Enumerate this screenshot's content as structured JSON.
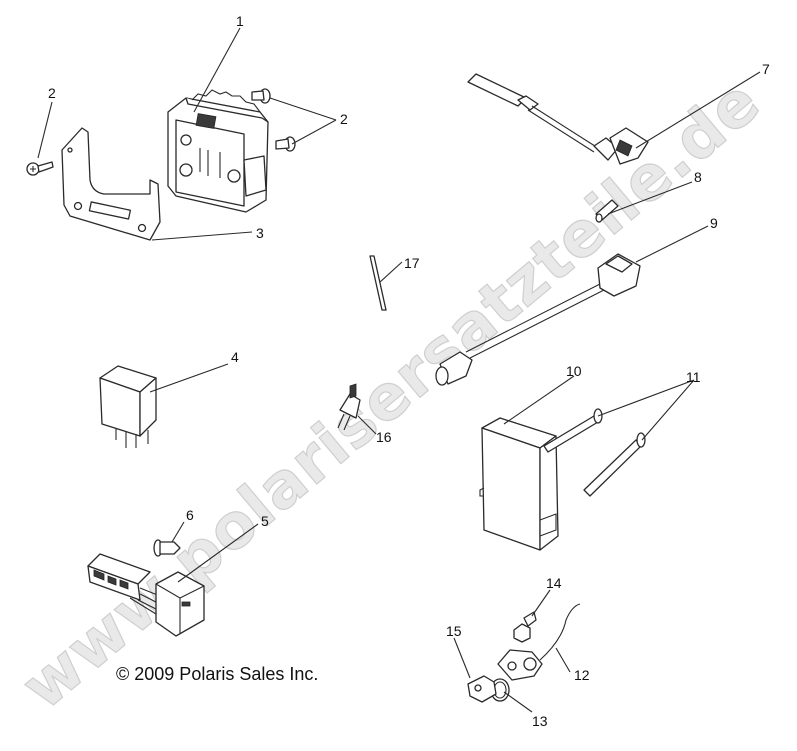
{
  "watermark": "www.polarisersatzteile.de",
  "copyright": "© 2009 Polaris Sales Inc.",
  "callouts": [
    "1",
    "2",
    "2",
    "3",
    "4",
    "5",
    "6",
    "7",
    "8",
    "9",
    "10",
    "11",
    "12",
    "13",
    "14",
    "15",
    "16",
    "17"
  ]
}
